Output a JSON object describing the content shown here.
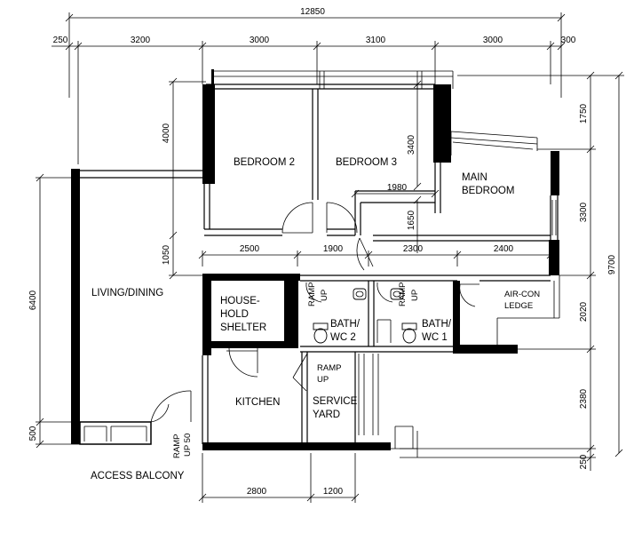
{
  "dimensions": {
    "overall_width": "12850",
    "top_segments": [
      "250",
      "3200",
      "3000",
      "3100",
      "3000",
      "300"
    ],
    "mid_segments": [
      "2500",
      "1900",
      "2300",
      "2400"
    ],
    "bottom_segments": [
      "2800",
      "1200"
    ],
    "left_total": "6400",
    "left_bottom": "500",
    "bedroom2_height": "4000",
    "left_1050": "1050",
    "right_total": "9700",
    "right_segments": [
      "1750",
      "3300",
      "2020",
      "2380",
      "250"
    ],
    "bed3_vertical": "3400",
    "bed3_width": "1980",
    "bed3_small": "1650"
  },
  "rooms": {
    "bedroom2": "BEDROOM 2",
    "bedroom3": "BEDROOM 3",
    "main_bedroom_line1": "MAIN",
    "main_bedroom_line2": "BEDROOM",
    "living_dining": "LIVING/DINING",
    "household_line1": "HOUSE-",
    "household_line2": "HOLD",
    "household_line3": "SHELTER",
    "bath2_line1": "BATH/",
    "bath2_line2": "WC 2",
    "bath1_line1": "BATH/",
    "bath1_line2": "WC 1",
    "aircon_line1": "AIR-CON",
    "aircon_line2": "LEDGE",
    "kitchen": "KITCHEN",
    "service_line1": "SERVICE",
    "service_line2": "YARD",
    "access_balcony": "ACCESS BALCONY"
  },
  "ramps": {
    "ramp": "RAMP",
    "up": "UP",
    "up50": "UP 50"
  }
}
